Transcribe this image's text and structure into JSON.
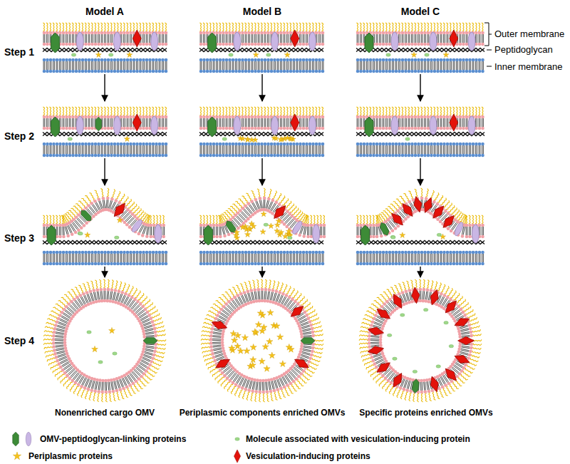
{
  "diagram": {
    "labels": [
      "Model A",
      "Model B",
      "Model C",
      "Outer membrane",
      "Peptidoglycan",
      "Inner membrane",
      "Step 1",
      "Step 2",
      "Step 3",
      "Step 4",
      "Nonenriched cargo OMV",
      "Periplasmic components enriched OMVs",
      "Specific proteins enriched OMVs"
    ],
    "legend": [
      {
        "text": "OMV-peptidoglycan-linking proteins"
      },
      {
        "text": "Molecule associated with vesiculation-inducing protein"
      },
      {
        "text": "Periplasmic proteins"
      },
      {
        "text": "Vesiculation-inducing proteins"
      }
    ]
  }
}
